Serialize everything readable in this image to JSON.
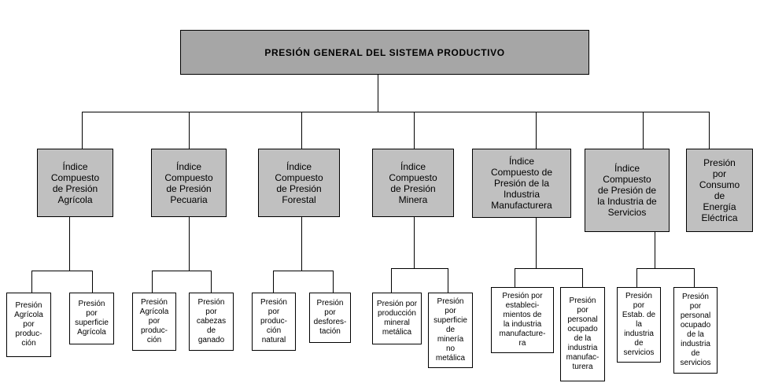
{
  "title": "PRESIÓN  GENERAL DEL  SISTEMA  PRODUCTIVO",
  "indices": [
    {
      "label": "Índice\nCompuesto\nde Presión\nAgrícola",
      "subs": [
        "Presión\nAgrícola\npor\nproduc-\nción",
        "Presión\npor\nsuperficie\nAgrícola"
      ]
    },
    {
      "label": "Índice\nCompuesto\nde Presión\nPecuaria",
      "subs": [
        "Presión\nAgrícola\npor\nproduc-\nción",
        "Presión\npor\ncabezas\nde\nganado"
      ]
    },
    {
      "label": "Índice\nCompuesto\nde Presión\nForestal",
      "subs": [
        "Presión\npor\nproduc-\nción\nnatural",
        "Presión\npor\ndesfores-\ntación"
      ]
    },
    {
      "label": "Índice\nCompuesto\nde Presión\nMinera",
      "subs": [
        "Presión por\nproducción\nmineral\nmetálica",
        "Presión\npor\nsuperficie\nde\nminería\nno\nmetálica"
      ]
    },
    {
      "label": "Índice\nCompuesto de\nPresión de la\nIndustria\nManufacturera",
      "subs": [
        "Presión por\nestableci-\nmientos de\nla industria\nmanufacture-\nra",
        "Presión\npor\npersonal\nocupado\nde la\nindustria\nmanufac-\nturera"
      ]
    },
    {
      "label": "Índice\nCompuesto\nde Presión de\nla Industria de\nServicios",
      "subs": [
        "Presión\npor\nEstab. de\nla\nindustria\nde\nservicios",
        "Presión\npor\npersonal\nocupado\nde la\nindustria\nde\nservicios"
      ]
    },
    {
      "label": "Presión\npor\nConsumo\nde\nEnergía\nEléctrica",
      "subs": []
    }
  ]
}
